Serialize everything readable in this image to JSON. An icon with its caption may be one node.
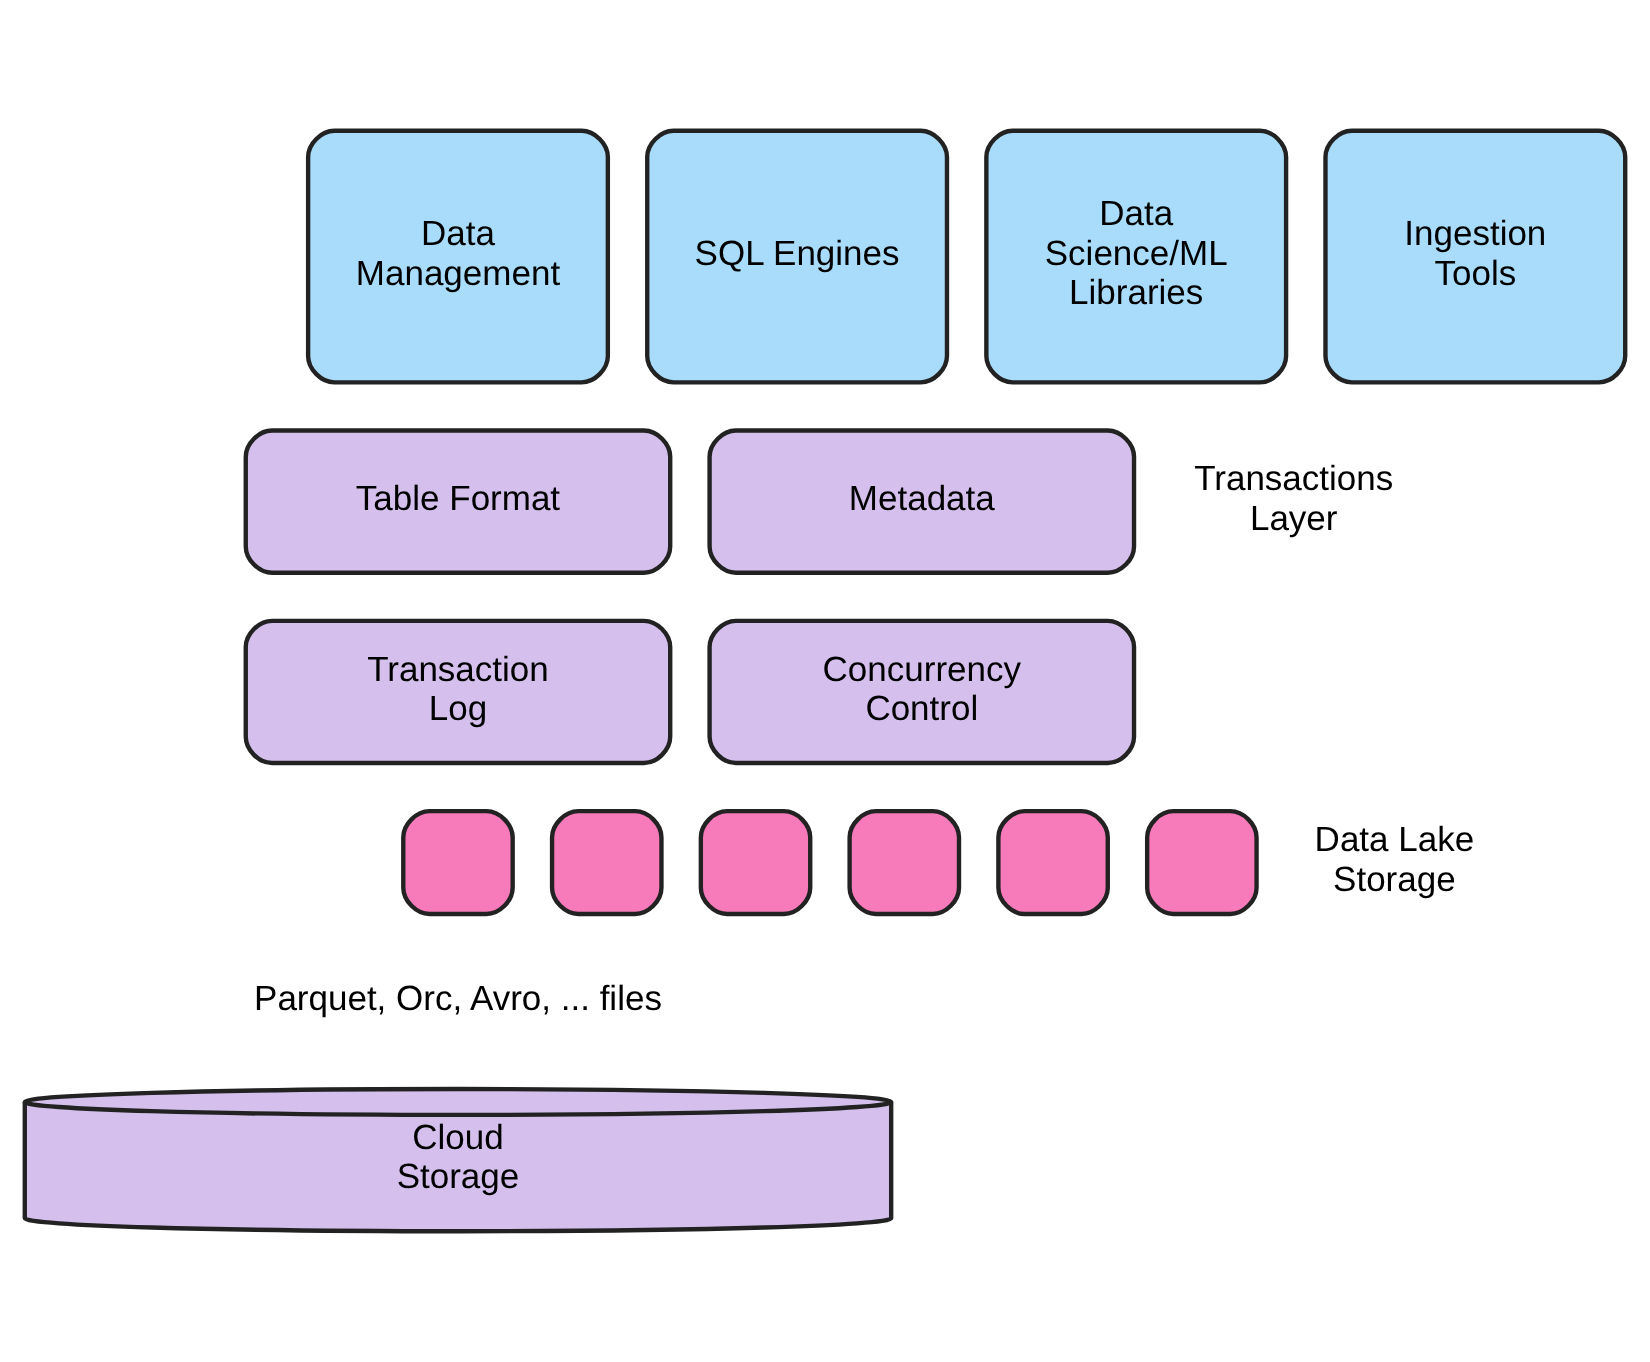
{
  "diagram": {
    "nodes": [
      {
        "text": [
          "Data Management"
        ]
      },
      {
        "text": [
          "SQL Engines"
        ]
      },
      {
        "text": [
          "Data Science/ML Libraries"
        ]
      },
      {
        "text": [
          "Ingestion Tools"
        ]
      },
      {
        "text": [
          "Table Format"
        ]
      },
      {
        "text": [
          "Metadata"
        ]
      },
      {
        "text": [
          "Transaction Log"
        ]
      },
      {
        "text": [
          "Concurrency Control"
        ]
      },
      {
        "text": [],
        "shape": "box"
      },
      {
        "text": [],
        "shape": "box"
      },
      {
        "text": [],
        "shape": "box"
      },
      {
        "text": [],
        "shape": "box"
      },
      {
        "text": [],
        "shape": "box"
      },
      {
        "text": [],
        "shape": "box"
      },
      {
        "text": [
          "Cloud Storage"
        ]
      }
    ],
    "edges": [],
    "labels": [
      "Transactions Layer",
      "Parquet, Orc, Avro, ... files",
      "Data Lake Storage"
    ]
  }
}
